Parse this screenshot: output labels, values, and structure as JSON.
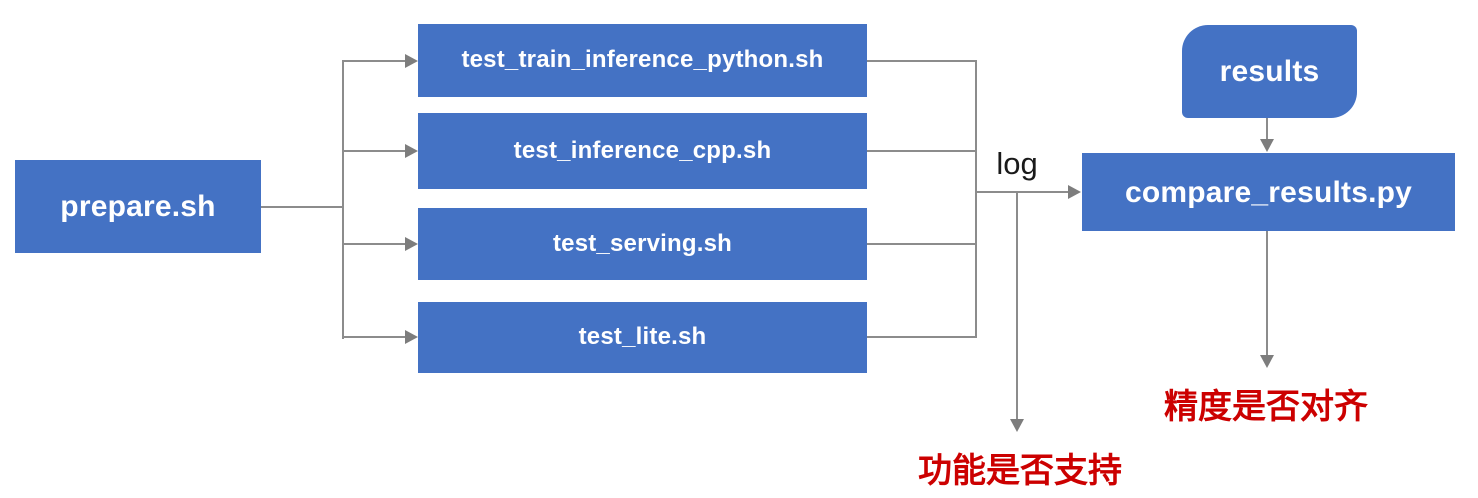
{
  "colors": {
    "node_fill": "#4472C4",
    "node_text": "#ffffff",
    "connector": "#8c8c8c",
    "arrowhead": "#7d7d7d",
    "log_text": "#1a1a1a",
    "warning_text": "#cc0000",
    "canvas_bg": "#ffffff"
  },
  "nodes": {
    "prepare": "prepare.sh",
    "test_train_inference_python": "test_train_inference_python.sh",
    "test_inference_cpp": "test_inference_cpp.sh",
    "test_serving": "test_serving.sh",
    "test_lite": "test_lite.sh",
    "results": "results",
    "compare_results": "compare_results.py"
  },
  "labels": {
    "log": "log",
    "precision_check": "精度是否对齐",
    "function_check": "功能是否支持"
  }
}
